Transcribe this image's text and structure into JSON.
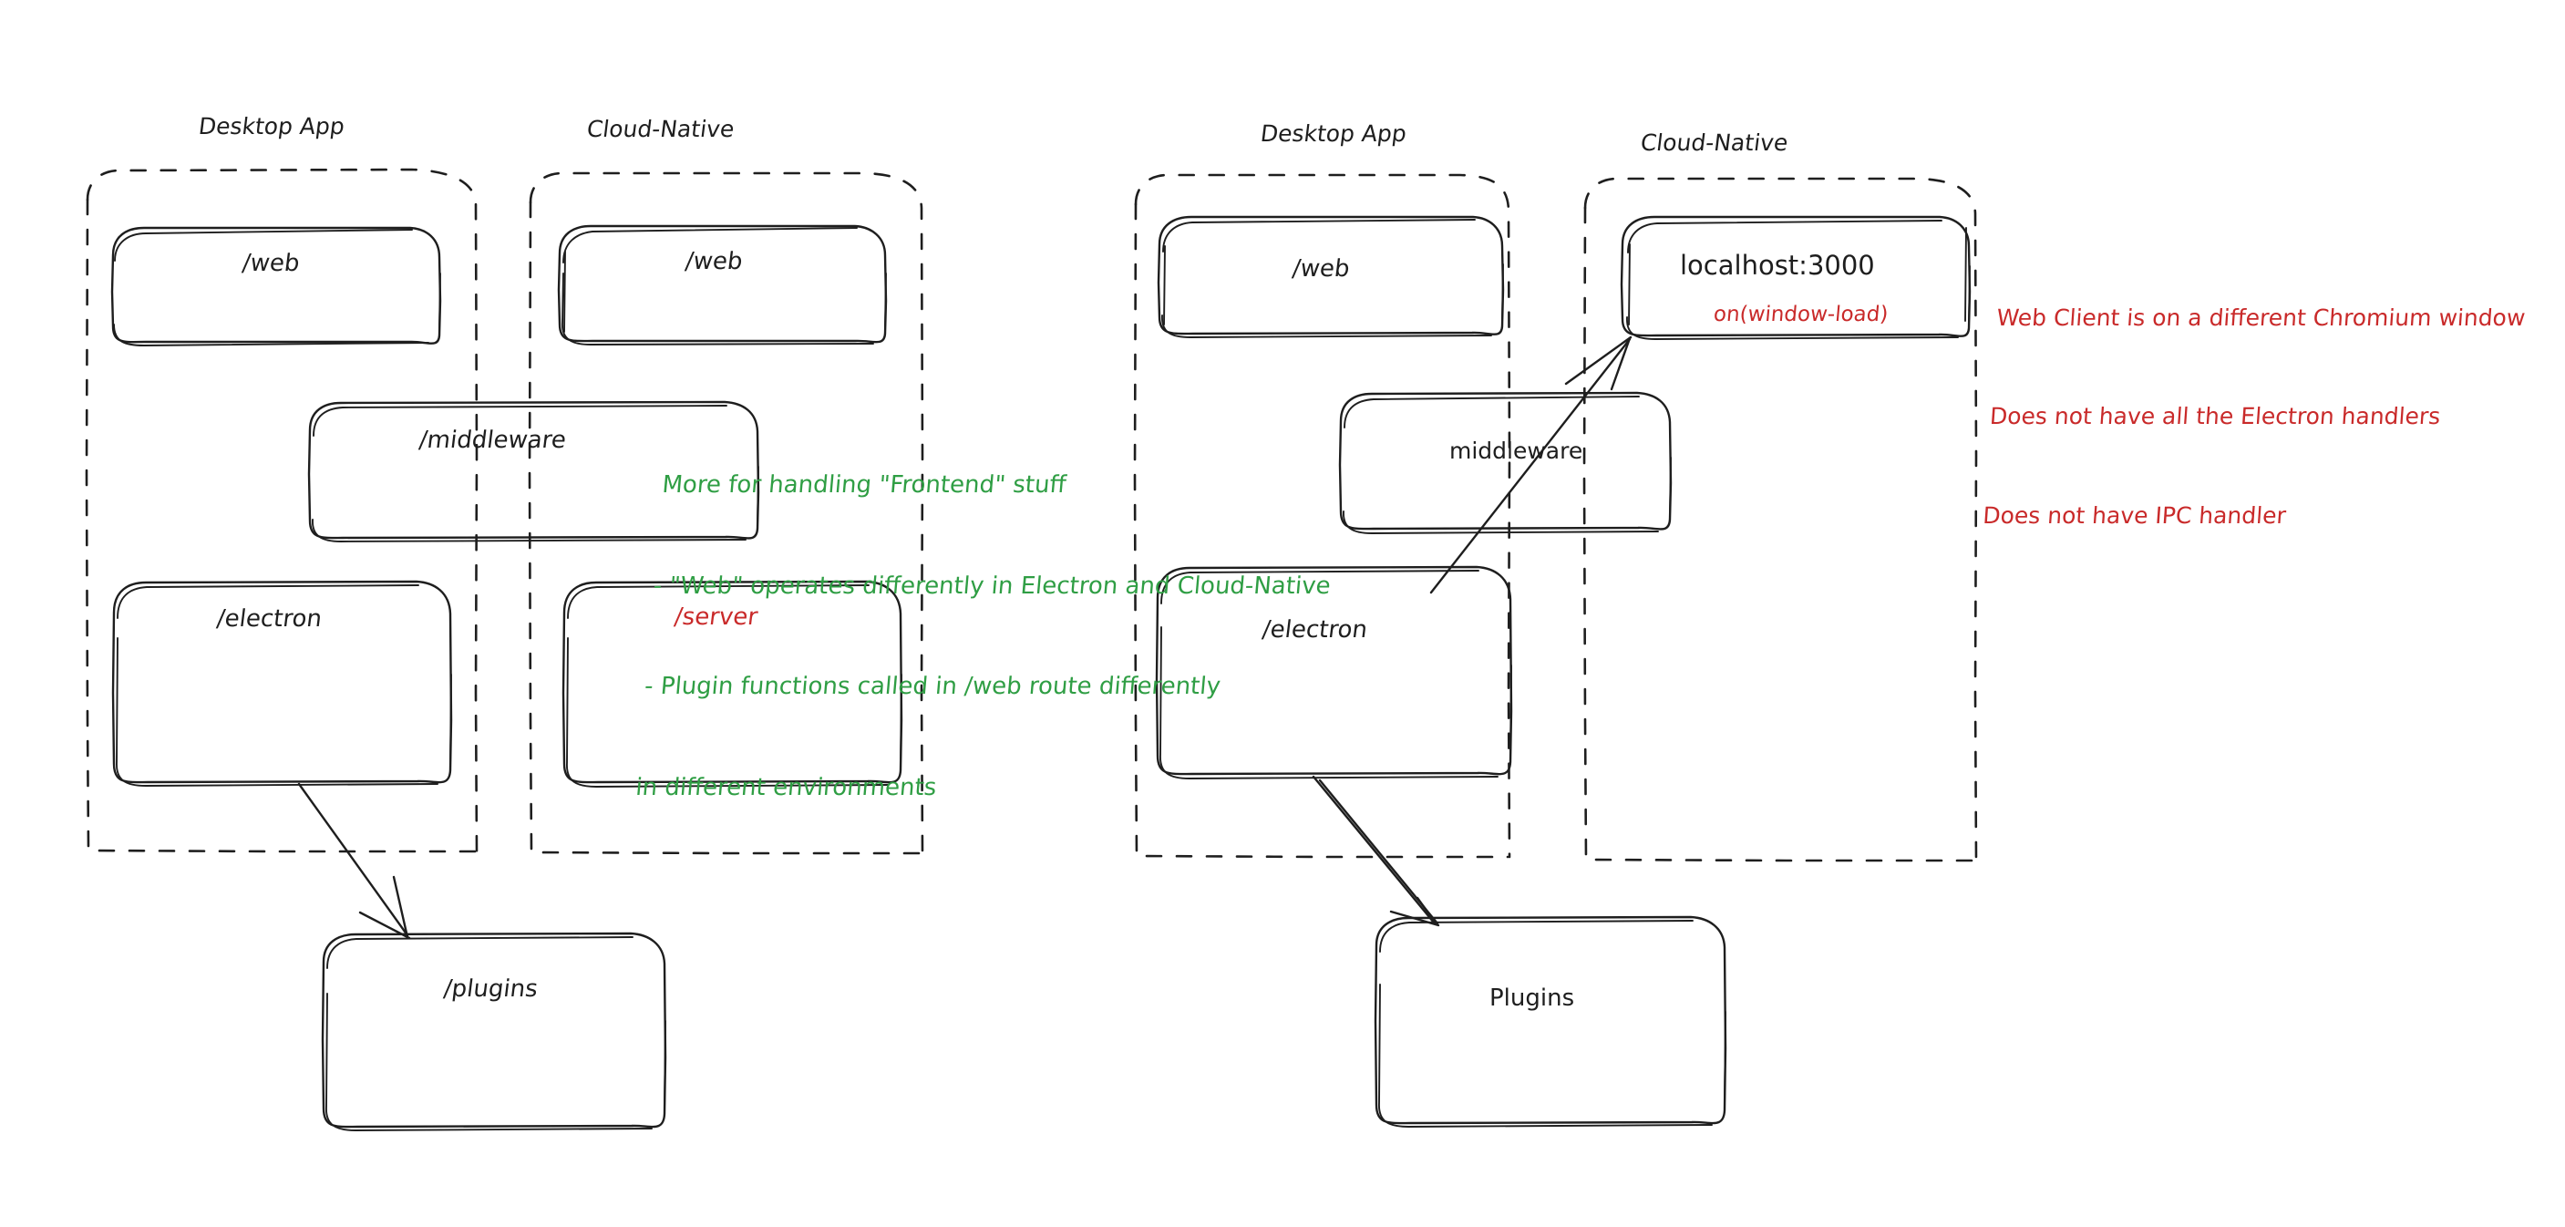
{
  "diagram": {
    "title": "Electron Desktop App vs Cloud-Native architecture comparison",
    "colors": {
      "stroke": "#1e1e1e",
      "green_note": "#2f9e44",
      "red_note": "#c92a2a",
      "background": "#ffffff"
    }
  },
  "left_group": {
    "desktop": {
      "title": "Desktop App",
      "nodes": [
        {
          "label": "/web"
        },
        {
          "label": "/electron"
        }
      ]
    },
    "cloud": {
      "title": "Cloud-Native",
      "nodes": [
        {
          "label": "/web"
        },
        {
          "label": "/server"
        }
      ]
    },
    "shared": {
      "middleware_label": "/middleware"
    },
    "plugins": {
      "label": "/plugins"
    },
    "note_green": {
      "lines": [
        "More for handling \"Frontend\" stuff",
        "- \"Web\" operates differently in Electron and Cloud-Native",
        "- Plugin functions called in /web route differently",
        "in different environments"
      ]
    }
  },
  "right_group": {
    "desktop": {
      "title": "Desktop App",
      "nodes": [
        {
          "label": "/web"
        },
        {
          "label": "/electron"
        }
      ]
    },
    "cloud": {
      "title": "Cloud-Native",
      "nodes": [
        {
          "label": "localhost:3000",
          "sublabel": "on(window-load)"
        }
      ]
    },
    "shared": {
      "middleware_label": "middleware"
    },
    "plugins": {
      "label": "Plugins"
    },
    "note_red": {
      "lines": [
        "Web Client is on a different Chromium window",
        "Does not have all the Electron handlers",
        "Does not have IPC handler"
      ]
    }
  }
}
